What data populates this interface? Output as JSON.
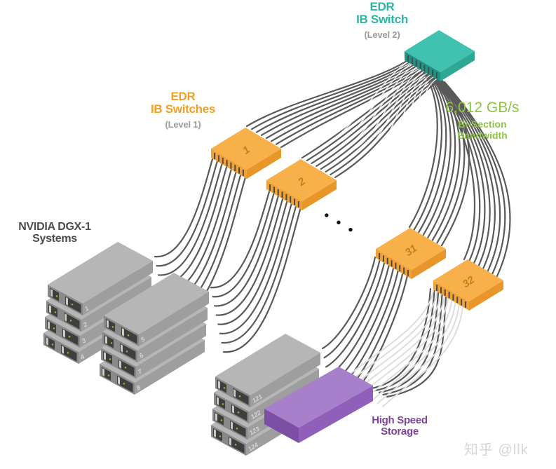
{
  "level2_switch": {
    "label_line1": "EDR",
    "label_line2": "IB Switch",
    "sublabel": "(Level 2)"
  },
  "level1_switches": {
    "label_line1": "EDR",
    "label_line2": "IB Switches",
    "sublabel": "(Level 1)",
    "switch_numbers": [
      "1",
      "2",
      "31",
      "32"
    ],
    "ellipsis": "• • •"
  },
  "dgx_systems": {
    "label_line1": "NVIDIA DGX-1",
    "label_line2": "Systems",
    "stack_a_units": [
      "1",
      "2",
      "3",
      "4"
    ],
    "stack_b_units": [
      "5",
      "6",
      "7",
      "8"
    ],
    "stack_c_units": [
      "121",
      "122",
      "123",
      "124"
    ]
  },
  "storage": {
    "label_line1": "High Speed",
    "label_line2": "Storage"
  },
  "bandwidth": {
    "value": "6,012 GB/s",
    "label_line1": "Bi-Section",
    "label_line2": "Bandwidth"
  },
  "watermark": "知乎 @llk",
  "colors": {
    "teal_top": "#41C2B0",
    "teal_left": "#1F9486",
    "teal_right": "#2FA795",
    "orange_top": "#F8B04A",
    "orange_left": "#F0A236",
    "orange_right": "#E8962A",
    "orange_number": "#BF7F23",
    "server_top": "#B6B6B6",
    "server_end": "#898989",
    "server_front": "#9E9E9E",
    "server_panel": "#3E3E3E",
    "server_led": "#7FBA3D",
    "server_number": "#D6D6D6",
    "storage_top": "#A77FCB",
    "storage_left": "#7C4FA5",
    "storage_right": "#8F5FBA",
    "cable": "#595959",
    "cable_light": "#DDDDDD",
    "cable_highlight": "#FFFFFF",
    "teal_text": "#2BB5A3",
    "orange_text": "#F2A024",
    "green_text": "#8CC63F",
    "purple_text": "#7C4399",
    "dark_text": "#4D4D4D",
    "sub_text": "#9B9B9B",
    "watermark_text": "#D5D5D5",
    "port": "#4A4A4A"
  }
}
